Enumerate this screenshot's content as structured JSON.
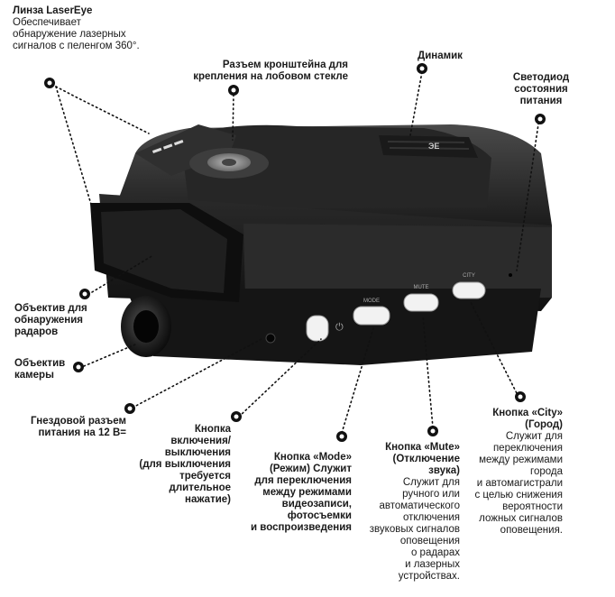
{
  "labels": {
    "laser_lens": {
      "title": "Линза LaserEye",
      "desc": [
        "Обеспечивает",
        "обнаружение лазерных",
        "сигналов с пеленгом 360°."
      ]
    },
    "mount_connector": {
      "title": [
        "Разъем кронштейна для",
        "крепления на лобовом стекле"
      ]
    },
    "speaker": {
      "title": "Динамик"
    },
    "power_led": {
      "title": [
        "Светодиод",
        "состояния",
        "питания"
      ]
    },
    "radar_lens": {
      "title": [
        "Объектив для",
        "обнаружения",
        "радаров"
      ]
    },
    "camera_lens": {
      "title": [
        "Объектив",
        "камеры"
      ]
    },
    "power_socket": {
      "title": [
        "Гнездовой разъем",
        "питания на 12 В="
      ]
    },
    "power_button": {
      "title": [
        "Кнопка",
        "включения/",
        "выключения",
        "(для выключения",
        "требуется",
        "длительное",
        "нажатие)"
      ]
    },
    "mode_button": {
      "title": [
        "Кнопка «Mode»",
        "(Режим) Служит",
        "для переключения",
        "между режимами",
        "видеозаписи,",
        "фотосъемки",
        "и воспроизведения"
      ]
    },
    "mute_button": {
      "title": [
        "Кнопка «Mute»",
        "(Отключение",
        "звука)"
      ],
      "desc": [
        "Служит для",
        "ручного или",
        "автоматического",
        "отключения",
        "звуковых сигналов",
        "оповещения",
        "о радарах",
        "и лазерных",
        "устройствах."
      ]
    },
    "city_button": {
      "title": [
        "Кнопка «City»",
        "(Город)"
      ],
      "desc": [
        "Служит для",
        "переключения",
        "между режимами",
        "города",
        "и автомагистрали",
        "с целью снижения",
        "вероятности",
        "ложных сигналов",
        "оповещения."
      ]
    }
  },
  "device": {
    "button_labels": {
      "mode": "MODE",
      "mute": "MUTE",
      "city": "CITY"
    },
    "colors": {
      "body": "#1c1c1c",
      "body_light": "#3a3a3a",
      "button": "#f2f2f2",
      "callout": "#111111"
    }
  }
}
